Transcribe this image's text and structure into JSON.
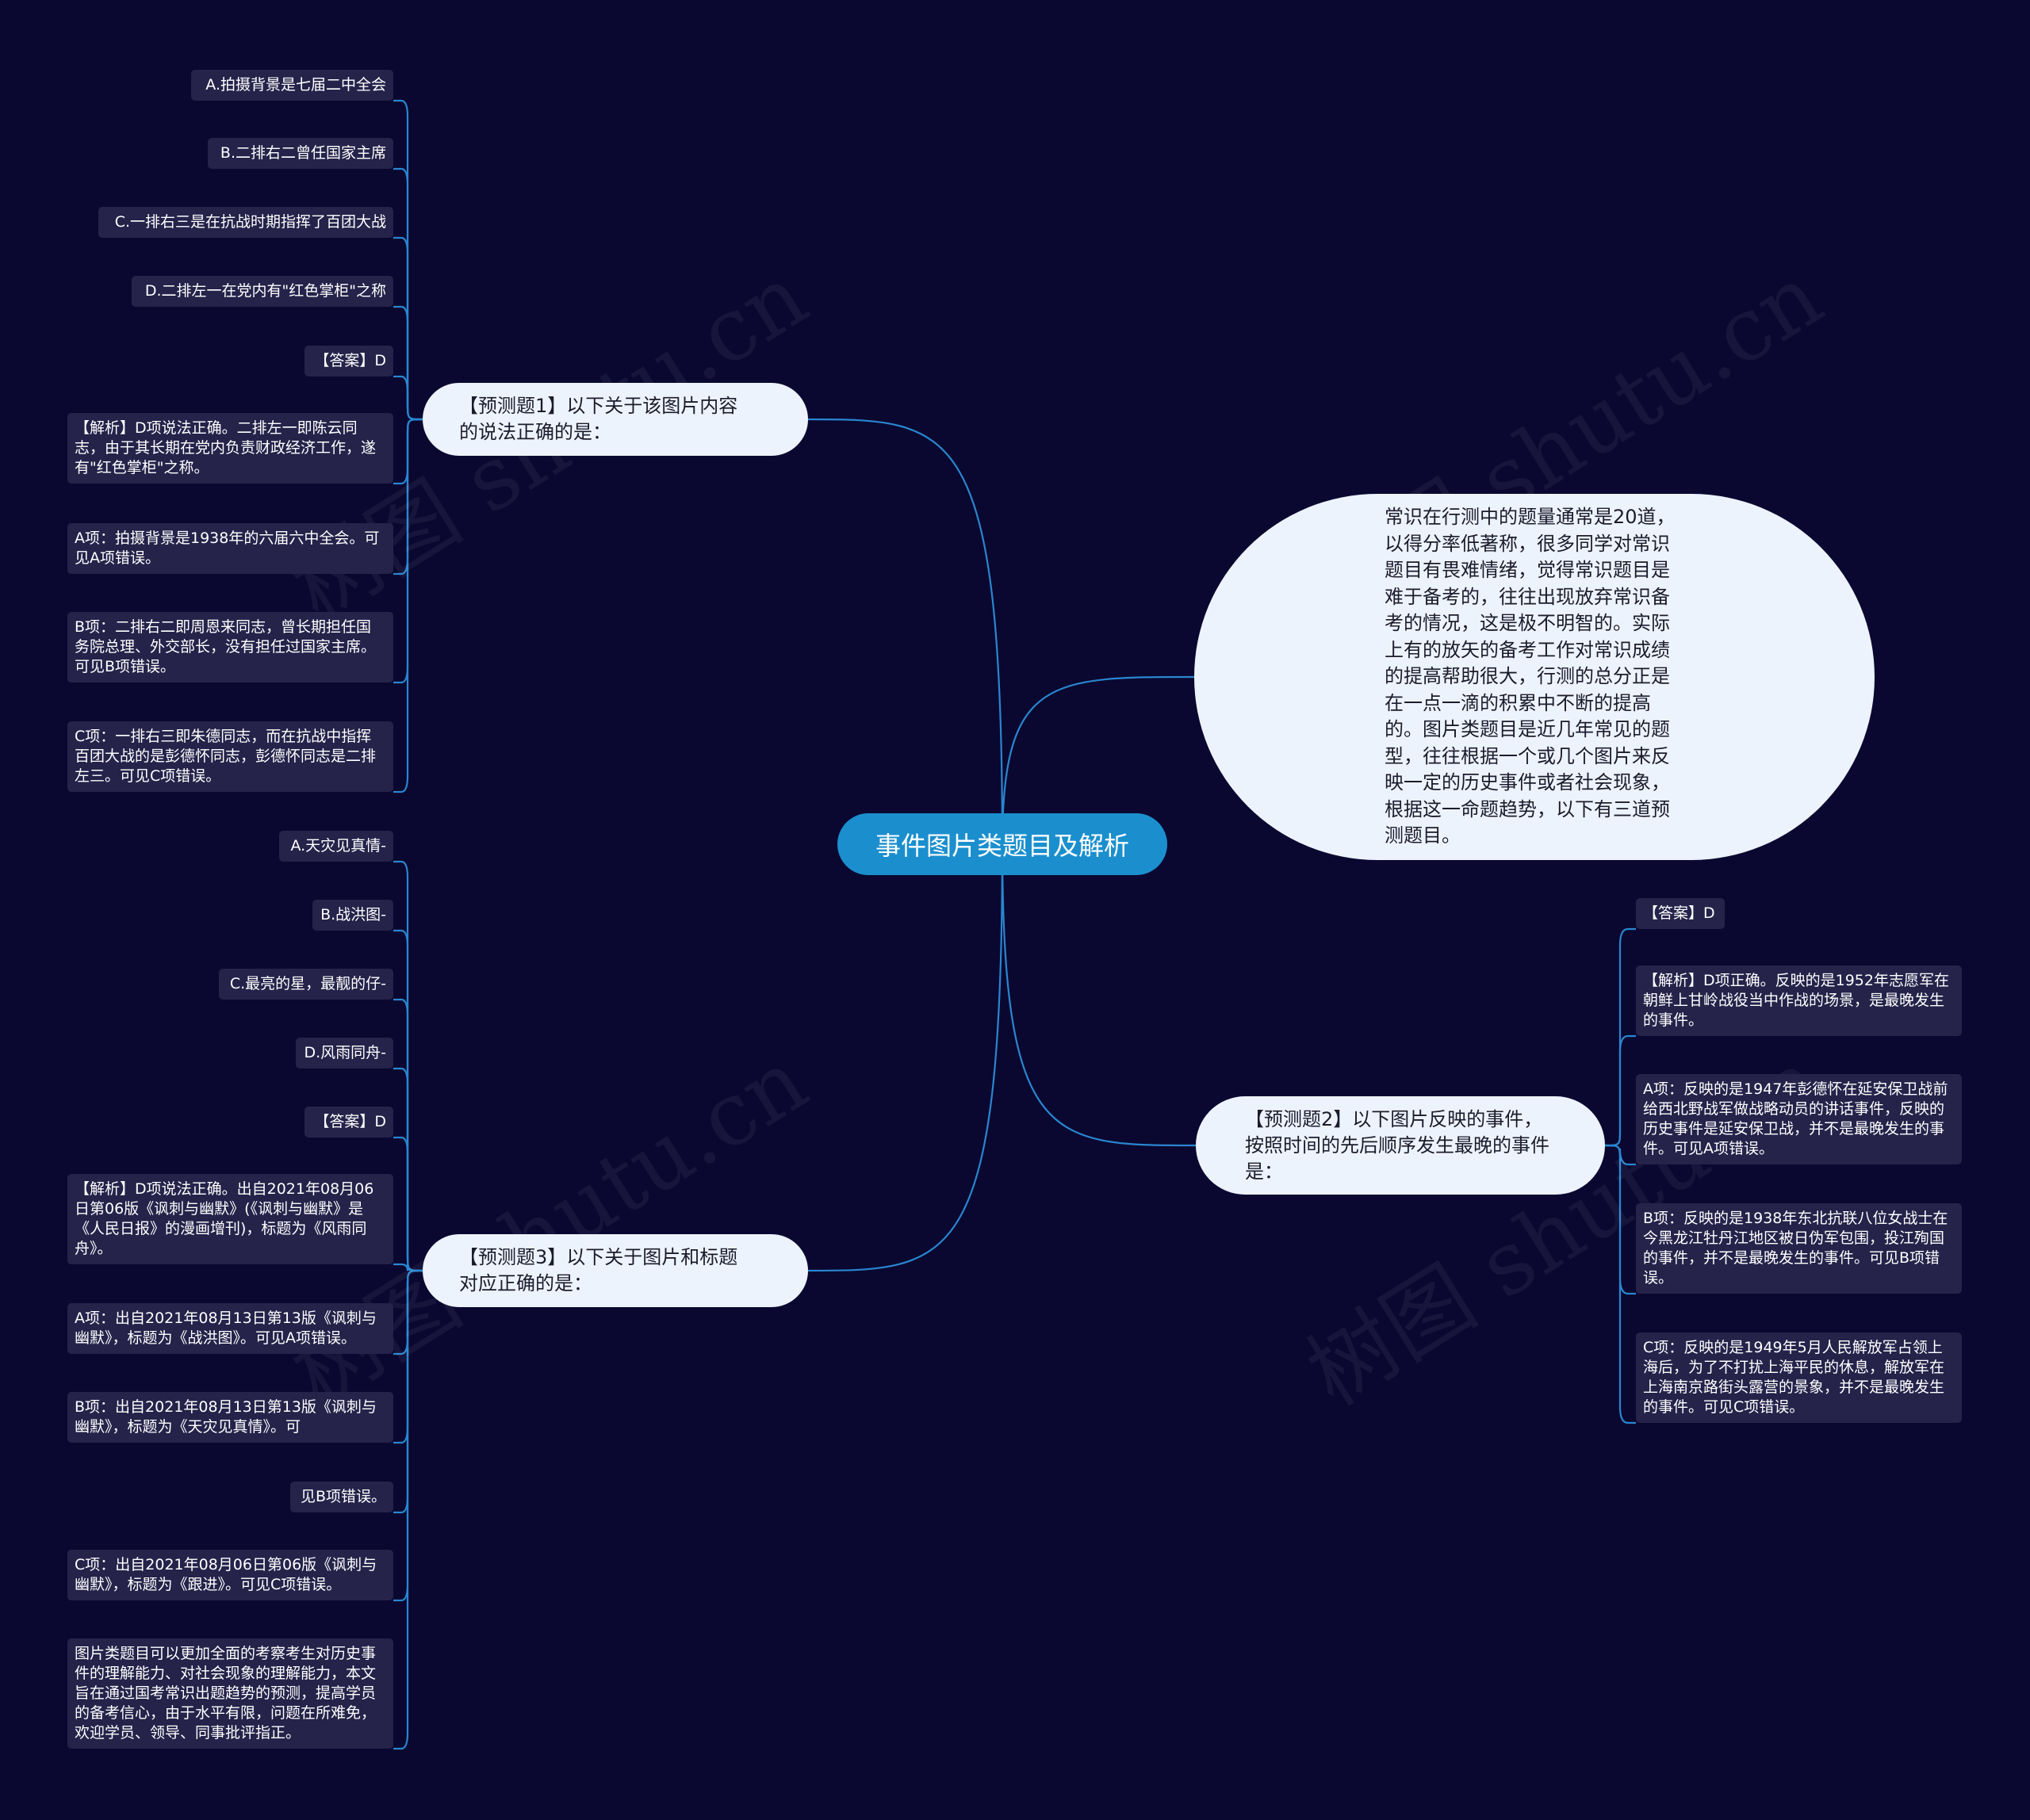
{
  "root": {
    "label": "事件图片类题目及解析"
  },
  "intro": {
    "text": "常识在行测中的题量通常是20道，以得分率低著称，很多同学对常识题目有畏难情绪，觉得常识题目是难于备考的，往往出现放弃常识备考的情况，这是极不明智的。实际上有的放矢的备考工作对常识成绩的提高帮助很大，行测的总分正是在一点一滴的积累中不断的提高的。图片类题目是近几年常见的题型，往往根据一个或几个图片来反映一定的历史事件或者社会现象，根据这一命题趋势，以下有三道预测题目。"
  },
  "q1": {
    "title": "【预测题1】以下关于该图片内容的说法正确的是：",
    "items": [
      "A.拍摄背景是七届二中全会",
      "B.二排右二曾任国家主席",
      "C.一排右三是在抗战时期指挥了百团大战",
      "D.二排左一在党内有\"红色掌柜\"之称",
      "【答案】D",
      "【解析】D项说法正确。二排左一即陈云同志，由于其长期在党内负责财政经济工作，遂有\"红色掌柜\"之称。",
      "A项：拍摄背景是1938年的六届六中全会。可见A项错误。",
      "B项：二排右二即周恩来同志，曾长期担任国务院总理、外交部长，没有担任过国家主席。可见B项错误。",
      "C项：一排右三即朱德同志，而在抗战中指挥百团大战的是彭德怀同志，彭德怀同志是二排左三。可见C项错误。"
    ]
  },
  "q3": {
    "title": "【预测题3】以下关于图片和标题对应正确的是：",
    "items": [
      "A.天灾见真情-",
      "B.战洪图-",
      "C.最亮的星，最靓的仔-",
      "D.风雨同舟-",
      "【答案】D",
      "【解析】D项说法正确。出自2021年08月06日第06版《讽刺与幽默》(《讽刺与幽默》是《人民日报》的漫画增刊)，标题为《风雨同舟》。",
      "A项：出自2021年08月13日第13版《讽刺与幽默》，标题为《战洪图》。可见A项错误。",
      "B项：出自2021年08月13日第13版《讽刺与幽默》，标题为《天灾见真情》。可",
      "见B项错误。",
      "C项：出自2021年08月06日第06版《讽刺与幽默》，标题为《跟进》。可见C项错误。",
      "图片类题目可以更加全面的考察考生对历史事件的理解能力、对社会现象的理解能力，本文旨在通过国考常识出题趋势的预测，提高学员的备考信心，由于水平有限，问题在所难免，欢迎学员、领导、同事批评指正。"
    ]
  },
  "q2": {
    "title": "【预测题2】以下图片反映的事件，按照时间的先后顺序发生最晚的事件是：",
    "items": [
      "【答案】D",
      "【解析】D项正确。反映的是1952年志愿军在朝鲜上甘岭战役当中作战的场景，是最晚发生的事件。",
      "A项：反映的是1947年彭德怀在延安保卫战前给西北野战军做战略动员的讲话事件，反映的历史事件是延安保卫战，并不是最晚发生的事件。可见A项错误。",
      "B项：反映的是1938年东北抗联八位女战士在今黑龙江牡丹江地区被日伪军包围，投江殉国的事件，并不是最晚发生的事件。可见B项错误。",
      "C项：反映的是1949年5月人民解放军占领上海后，为了不打扰上海平民的休息，解放军在上海南京路街头露营的景象，并不是最晚发生的事件。可见C项错误。"
    ]
  },
  "watermark": "树图 shutu.cn",
  "colors": {
    "background": "#0a0830",
    "root": "#1b8fce",
    "link": "#2a86d0",
    "leaf": "#25234a",
    "pill": "#edf3fd"
  }
}
